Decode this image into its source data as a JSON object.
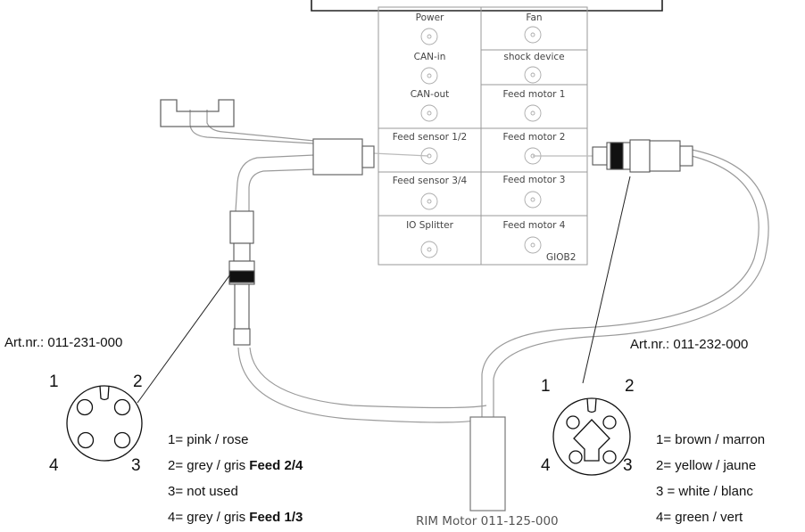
{
  "panel": {
    "id_label": "GIOB2",
    "left_ports": [
      "Power",
      "CAN-in",
      "CAN-out",
      "Feed sensor 1/2",
      "Feed sensor 3/4",
      "IO Splitter"
    ],
    "right_ports": [
      "Fan",
      "shock device",
      "Feed motor 1",
      "Feed motor 2",
      "Feed motor 3",
      "Feed motor 4"
    ]
  },
  "left_connector": {
    "art_label": "Art.nr.: 011-231-000",
    "pins": [
      "1",
      "2",
      "3",
      "4"
    ],
    "legend": [
      {
        "text": "1= pink / rose",
        "bold": ""
      },
      {
        "text": "2= grey / gris ",
        "bold": "Feed 2/4"
      },
      {
        "text": "3= not used",
        "bold": ""
      },
      {
        "text": "4= grey / gris ",
        "bold": "Feed 1/3"
      }
    ]
  },
  "right_connector": {
    "art_label": "Art.nr.: 011-232-000",
    "pins": [
      "1",
      "2",
      "3",
      "4"
    ],
    "legend": [
      "1= brown / marron",
      "2= yellow / jaune",
      "3 = white / blanc",
      "4= green / vert"
    ]
  },
  "motor_label": "RIM Motor 011-125-000"
}
